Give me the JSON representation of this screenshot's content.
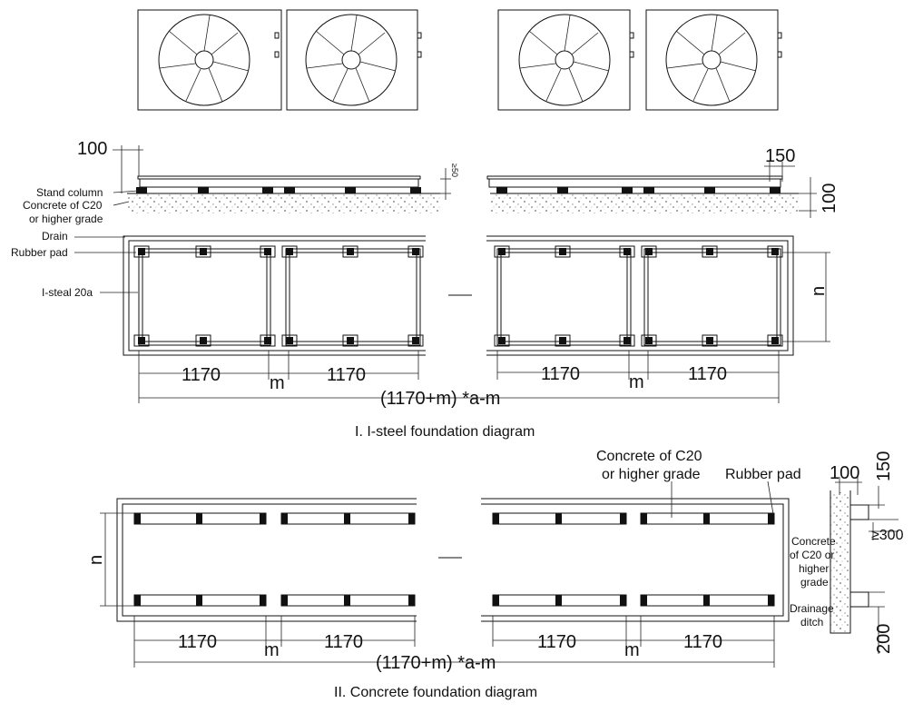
{
  "section1": {
    "caption": "I. I-steel foundation diagram",
    "labels": {
      "stand_column": "Stand column",
      "concrete_line1": "Concrete of C20",
      "concrete_line2": "or higher grade",
      "drain": "Drain",
      "rubber_pad": "Rubber pad",
      "i_steel": "I-steal 20a"
    },
    "dims": {
      "top_left": "100",
      "top_right": "150",
      "right_height": "100",
      "small_vertical": "≥50",
      "n": "n",
      "span": "1170",
      "gap": "m",
      "total": "(1170+m)  *a-m"
    }
  },
  "section2": {
    "caption": "II. Concrete foundation diagram",
    "labels": {
      "concrete_line1": "Concrete of C20",
      "concrete_line2": "or higher grade",
      "rubber_pad": "Rubber pad",
      "side_concrete_1": "Concrete",
      "side_concrete_2": "of C20 or",
      "side_concrete_3": "higher",
      "side_concrete_4": "grade",
      "drainage_1": "Drainage",
      "drainage_2": "ditch"
    },
    "dims": {
      "n": "n",
      "span": "1170",
      "gap": "m",
      "total": "(1170+m)  *a-m",
      "side_100": "100",
      "side_150": "150",
      "side_300": "≥300",
      "side_200": "200"
    }
  },
  "colors": {
    "line": "#111111",
    "hatch": "#8a8a8a",
    "background": "#ffffff"
  }
}
